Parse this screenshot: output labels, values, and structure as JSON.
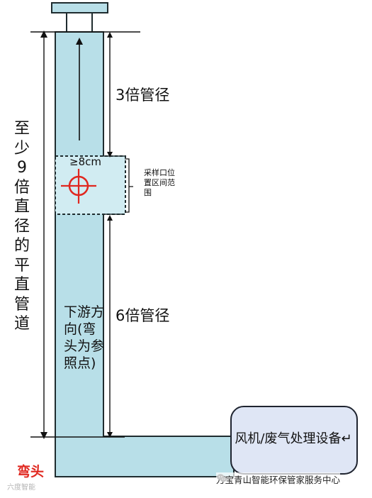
{
  "labels": {
    "vertical_requirement": "至少9倍直径的平直管道",
    "upper_distance": "3倍管径",
    "lower_distance": "6倍管径",
    "sample_size": "≥8cm",
    "sampling_zone": "采样口位置区间范围",
    "downstream": "下游方向(弯头为参照点)",
    "elbow": "弯头",
    "device": "风机/废气处理设备",
    "device_suffix": "↵",
    "watermark_left": "六度智能",
    "watermark_right": "万宝青山智能环保管家服务中心"
  },
  "icons": {
    "sample_port": "sampling-port-icon",
    "flow": "upward-flow-arrow-icon",
    "watermark": "wechat-icon"
  },
  "colors": {
    "pipe_fill": "#b8dfe8",
    "pipe_stroke": "#1f2c2f",
    "device_fill": "#dfe6f5",
    "device_stroke": "#1f2430",
    "sample_zone_fill": "#d1ecf2",
    "accent_red": "#e0271f"
  }
}
